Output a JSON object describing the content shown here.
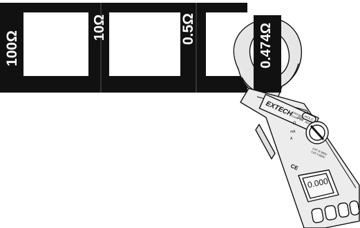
{
  "resistor_loop": {
    "cells": [
      {
        "value": "100Ω"
      },
      {
        "value": "10Ω"
      },
      {
        "value": "0.5Ω"
      },
      {
        "value": "0.474Ω"
      }
    ]
  },
  "meter": {
    "brand": "EXTECH",
    "model_line1": "GROUND RESISTANCE",
    "model_line2": "CLAMP ON",
    "model_no": "382357",
    "hold_label": "HOLD",
    "off_label": "OFF",
    "omega_label": "Ω",
    "ma_label": "mA",
    "a_label": "A",
    "cat1": "CAT III 300V",
    "cat2": "CAT II 600V",
    "ce_mark": "CE",
    "display_value": "0.000"
  },
  "colors": {
    "loop": "#111111",
    "window": "#ffffff",
    "meter_body": "#e9e9e9",
    "outline": "#111111"
  }
}
